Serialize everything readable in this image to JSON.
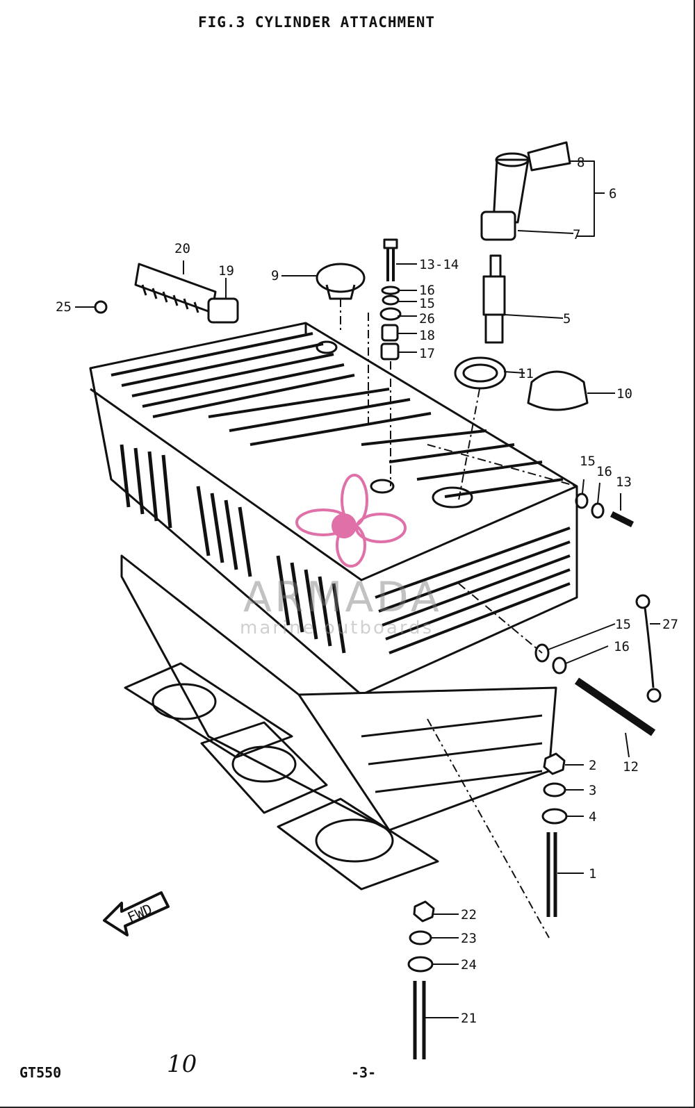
{
  "figure": {
    "title": "FIG.3   CYLINDER ATTACHMENT"
  },
  "direction_arrow": {
    "label": "FWD"
  },
  "watermark": {
    "brand": "ARMADA",
    "tagline": "marine outboards",
    "accent_color": "#e070a8"
  },
  "callouts": [
    {
      "id": "c8",
      "label": "8"
    },
    {
      "id": "c6",
      "label": "6"
    },
    {
      "id": "c7",
      "label": "7"
    },
    {
      "id": "c5",
      "label": "5"
    },
    {
      "id": "c11",
      "label": "11"
    },
    {
      "id": "c10",
      "label": "10"
    },
    {
      "id": "c20",
      "label": "20"
    },
    {
      "id": "c19",
      "label": "19"
    },
    {
      "id": "c9",
      "label": "9"
    },
    {
      "id": "c1314",
      "label": "13-14"
    },
    {
      "id": "c16a",
      "label": "16"
    },
    {
      "id": "c15a",
      "label": "15"
    },
    {
      "id": "c26",
      "label": "26"
    },
    {
      "id": "c18",
      "label": "18"
    },
    {
      "id": "c17",
      "label": "17"
    },
    {
      "id": "c25",
      "label": "25"
    },
    {
      "id": "c15b",
      "label": "15"
    },
    {
      "id": "c16b",
      "label": "16"
    },
    {
      "id": "c13",
      "label": "13"
    },
    {
      "id": "c27",
      "label": "27"
    },
    {
      "id": "c15c",
      "label": "15"
    },
    {
      "id": "c16c",
      "label": "16"
    },
    {
      "id": "c12",
      "label": "12"
    },
    {
      "id": "c2",
      "label": "2"
    },
    {
      "id": "c3",
      "label": "3"
    },
    {
      "id": "c4",
      "label": "4"
    },
    {
      "id": "c1",
      "label": "1"
    },
    {
      "id": "c22",
      "label": "22"
    },
    {
      "id": "c23",
      "label": "23"
    },
    {
      "id": "c24",
      "label": "24"
    },
    {
      "id": "c21",
      "label": "21"
    }
  ],
  "footer": {
    "model": "GT550",
    "handwritten": "10",
    "page": "-3-"
  }
}
